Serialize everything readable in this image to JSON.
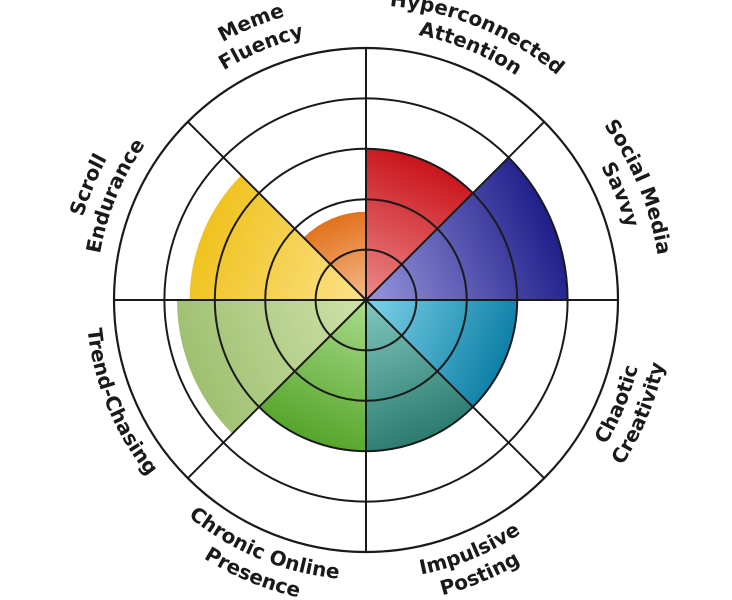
{
  "chart_data": {
    "type": "polar-area",
    "title": "",
    "categories": [
      {
        "label_lines": [
          "Hyperconnected",
          "Attention"
        ],
        "value": 3,
        "colors": [
          "#f29a9a",
          "#c9141b"
        ]
      },
      {
        "label_lines": [
          "Social Media",
          "Savvy"
        ],
        "value": 4,
        "colors": [
          "#a9a8e8",
          "#1f1e8a"
        ]
      },
      {
        "label_lines": [
          "Chaotic",
          "Creativity"
        ],
        "value": 3,
        "colors": [
          "#8fe0f2",
          "#0d7fa6"
        ]
      },
      {
        "label_lines": [
          "Impulsive",
          "Posting"
        ],
        "value": 3,
        "colors": [
          "#8ed3cb",
          "#2c7b70"
        ]
      },
      {
        "label_lines": [
          "Chronic Online",
          "Presence"
        ],
        "value": 3,
        "colors": [
          "#b8e39a",
          "#55a52b"
        ]
      },
      {
        "label_lines": [
          "Trend-Chasing"
        ],
        "value": 3.75,
        "colors": [
          "#d7e6b4",
          "#9ec070"
        ]
      },
      {
        "label_lines": [
          "Scroll",
          "Endurance"
        ],
        "value": 3.5,
        "colors": [
          "#fde79a",
          "#f0c21e"
        ]
      },
      {
        "label_lines": [
          "Meme",
          "Fluency"
        ],
        "value": 1.75,
        "colors": [
          "#f7c49e",
          "#e2711b"
        ]
      }
    ],
    "max_value": 5,
    "rings": [
      1,
      2,
      3,
      4,
      5
    ],
    "grid": true,
    "grid_color": "#1a1a1a"
  }
}
